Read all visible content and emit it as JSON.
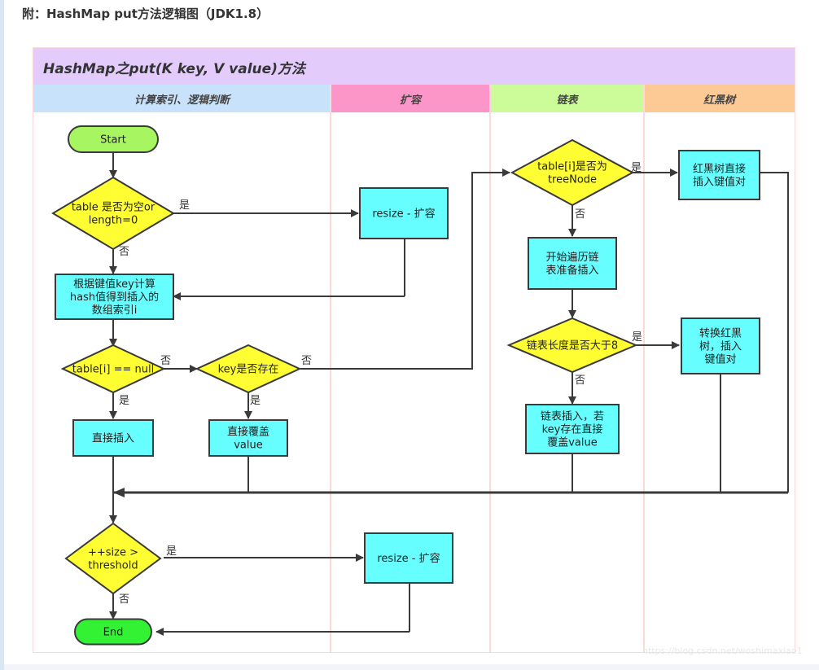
{
  "page_heading": "附：HashMap put方法逻辑图（JDK1.8）",
  "diagram": {
    "title": "HashMap之put(K key, V value)方法",
    "lanes": [
      {
        "label": "计算索引、逻辑判断",
        "color": "#c9e2fb"
      },
      {
        "label": "扩容",
        "color": "#fd96c8"
      },
      {
        "label": "链表",
        "color": "#ccfc9a"
      },
      {
        "label": "红黑树",
        "color": "#fdc995"
      }
    ],
    "nodes": {
      "start": "Start",
      "table_empty": [
        "table 是否为空or",
        "length=0"
      ],
      "resize1": "resize - 扩容",
      "calc_index": [
        "根据键值key计算",
        "hash值得到插入的",
        "数组索引i"
      ],
      "table_i_null": "table[i] == null",
      "key_exists": "key是否存在",
      "direct_insert": "直接插入",
      "overwrite": [
        "直接覆盖",
        "value"
      ],
      "is_treenode": [
        "table[i]是否为",
        "treeNode"
      ],
      "rbt_insert": [
        "红黑树直接",
        "插入键值对"
      ],
      "traverse": [
        "开始遍历链",
        "表准备插入"
      ],
      "len_gt_8": "链表长度是否大于8",
      "convert_rbt": [
        "转换红黑",
        "树，插入",
        "键值对"
      ],
      "list_insert": [
        "链表插入，若",
        "key存在直接",
        "覆盖value"
      ],
      "size_gt_threshold": [
        "++size >",
        "threshold"
      ],
      "resize2": "resize - 扩容",
      "end": "End"
    },
    "edge_labels": {
      "yes": "是",
      "no": "否"
    },
    "colors": {
      "terminal_start": "#a8f562",
      "terminal_end": "#33f233",
      "decision": "#fffe33",
      "process": "#66fefe",
      "stroke": "#3a3a3a"
    }
  },
  "watermark": "https://blog.csdn.net/woshimaxiao1"
}
